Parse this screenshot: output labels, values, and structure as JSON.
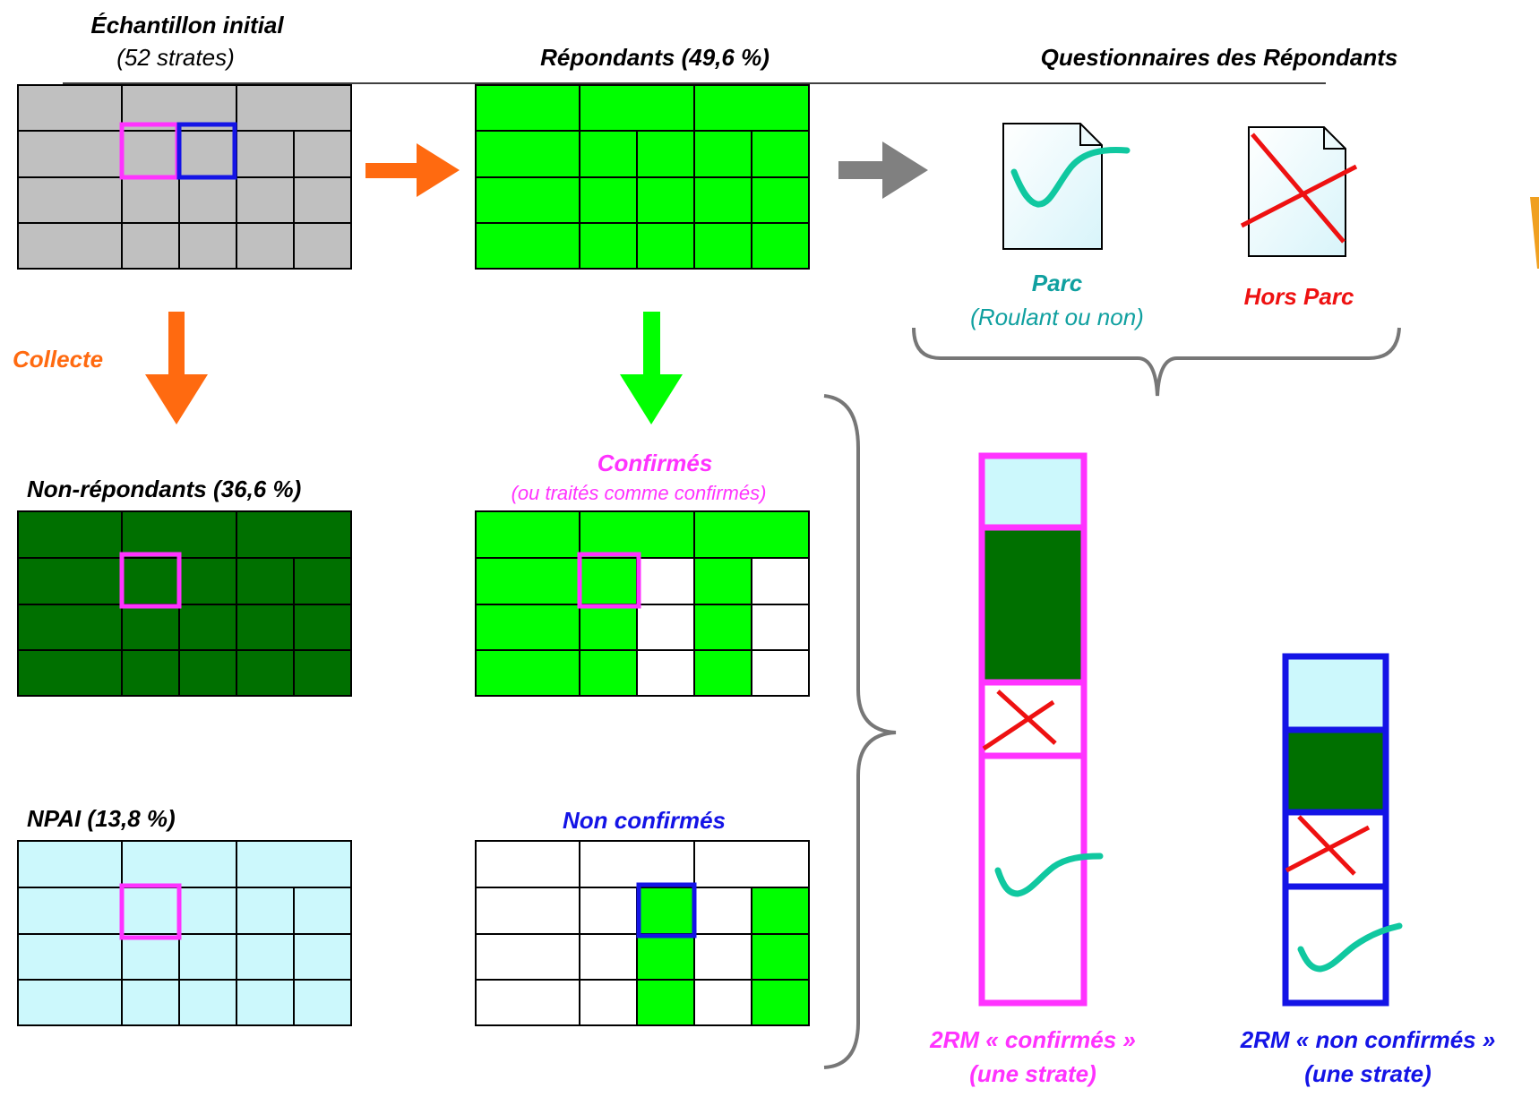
{
  "labels": {
    "initial_title": "Échantillon initial",
    "initial_sub": "(52 strates)",
    "respondents": "Répondants (49,6 %)",
    "questionnaires": "Questionnaires des Répondants",
    "parc": "Parc",
    "parc_sub": "(Roulant ou non)",
    "hors_parc": "Hors Parc",
    "collecte": "Collecte",
    "non_respondents": "Non-répondants (36,6 %)",
    "confirmed": "Confirmés",
    "confirmed_sub": "(ou traités comme confirmés)",
    "npai": "NPAI (13,8 %)",
    "not_confirmed": "Non confirmés",
    "col_confirmed_1": "2RM « confirmés »",
    "col_confirmed_2": "(une strate)",
    "col_not_confirmed_1": "2RM « non confirmés »",
    "col_not_confirmed_2": "(une strate)"
  },
  "colors": {
    "gray": "#c0c0c0",
    "green": "#00ff00",
    "dark_green": "#007000",
    "light_cyan": "#ccf8fc",
    "magenta": "#ff33ff",
    "blue": "#1414e6",
    "orange": "#ff6a10",
    "teal": "#10c8a0",
    "red": "#ee1111",
    "arrow_gray": "#808080",
    "brace_gray": "#777777"
  }
}
